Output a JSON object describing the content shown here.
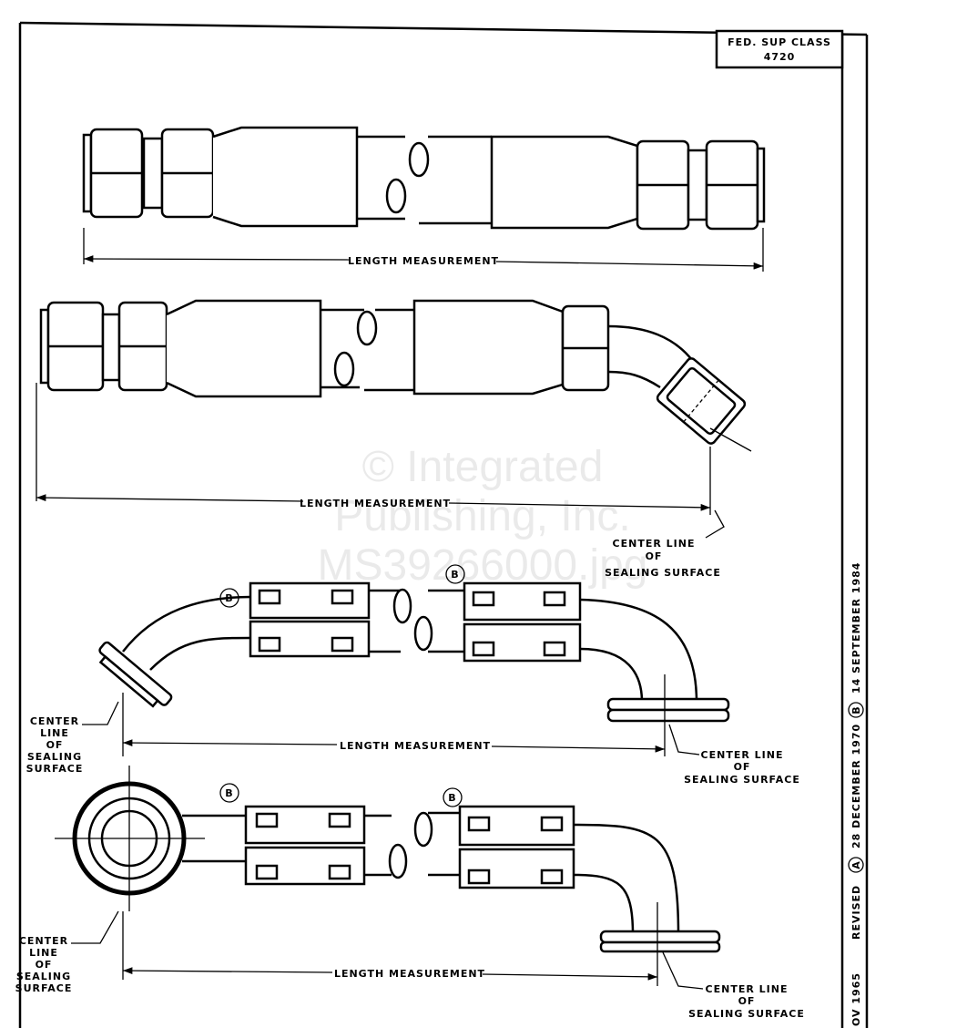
{
  "title_block": {
    "line1": "FED. SUP CLASS",
    "line2": "4720"
  },
  "revision_strip": {
    "original": "OV 1965",
    "revised_label": "REVISED",
    "rev_a_marker": "A",
    "rev_a_date": "28 DECEMBER 1970",
    "rev_b_marker": "B",
    "rev_b_date": "14 SEPTEMBER 1984"
  },
  "assemblies": [
    {
      "dimension_label": "LENGTH MEASUREMENT"
    },
    {
      "dimension_label": "LENGTH MEASUREMENT",
      "right_callout": [
        "CENTER LINE",
        "OF",
        "SEALING SURFACE"
      ]
    },
    {
      "dimension_label": "LENGTH MEASUREMENT",
      "markers": [
        "B",
        "B"
      ],
      "left_callout": [
        "CENTER",
        "LINE",
        "OF",
        "SEALING",
        "SURFACE"
      ],
      "right_callout": [
        "CENTER LINE",
        "OF",
        "SEALING SURFACE"
      ]
    },
    {
      "dimension_label": "LENGTH MEASUREMENT",
      "markers": [
        "B",
        "B"
      ],
      "left_callout": [
        "CENTER",
        "LINE",
        "OF",
        "SEALING",
        "SURFACE"
      ],
      "right_callout": [
        "CENTER LINE",
        "OF",
        "SEALING SURFACE"
      ]
    }
  ],
  "watermark": [
    "© Integrated",
    "Publishing, Inc.",
    "MS39266000.jpg"
  ]
}
